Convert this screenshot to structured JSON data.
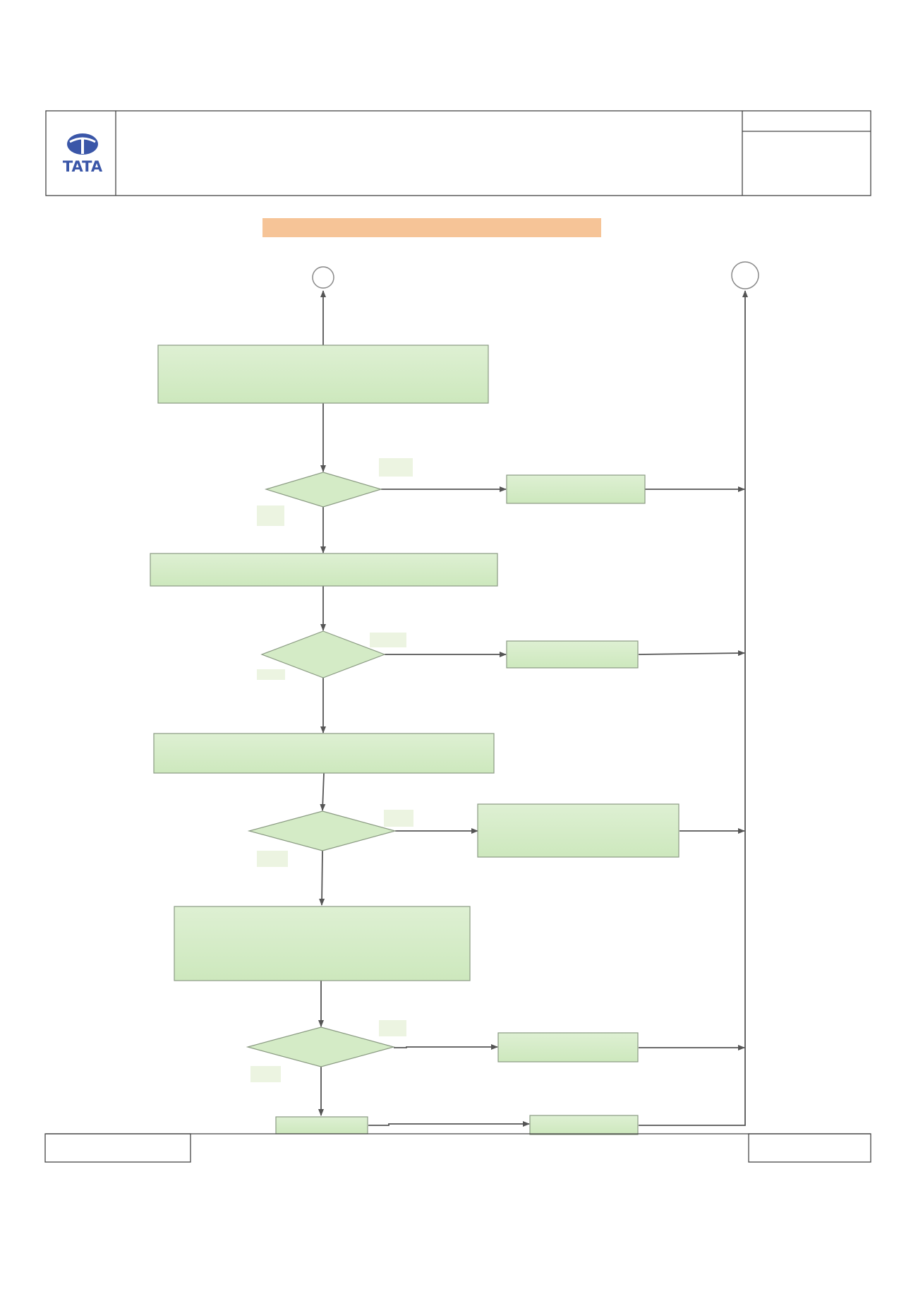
{
  "header": {
    "logo_text": "TATA"
  },
  "colors": {
    "process_fill": "#d4ebc6",
    "process_stroke": "#8a9a82",
    "decision_fill": "#d4ebc6",
    "label_fill": "#ecf4e1",
    "title_bar": "#f6c497",
    "connector": "#555555",
    "border": "#444444",
    "logo_blue": "#3a56a8"
  },
  "flowchart": {
    "title": "",
    "terminals": [
      {
        "id": "t-left",
        "label": ""
      },
      {
        "id": "t-right",
        "label": ""
      }
    ],
    "process_boxes": [
      {
        "id": "step-1",
        "label": ""
      },
      {
        "id": "step-2",
        "label": ""
      },
      {
        "id": "step-3",
        "label": ""
      },
      {
        "id": "step-4",
        "label": ""
      },
      {
        "id": "step-5",
        "label": ""
      },
      {
        "id": "out-1",
        "label": ""
      },
      {
        "id": "out-2",
        "label": ""
      },
      {
        "id": "out-3",
        "label": ""
      },
      {
        "id": "out-4",
        "label": ""
      },
      {
        "id": "out-5",
        "label": ""
      }
    ],
    "decisions": [
      {
        "id": "dec-1",
        "label": ""
      },
      {
        "id": "dec-2",
        "label": ""
      },
      {
        "id": "dec-3",
        "label": ""
      },
      {
        "id": "dec-4",
        "label": ""
      }
    ],
    "branch_labels": [
      {
        "id": "yes-1",
        "text": ""
      },
      {
        "id": "no-1",
        "text": ""
      },
      {
        "id": "yes-2",
        "text": ""
      },
      {
        "id": "no-2",
        "text": ""
      },
      {
        "id": "yes-3",
        "text": ""
      },
      {
        "id": "no-3",
        "text": ""
      },
      {
        "id": "yes-4",
        "text": ""
      },
      {
        "id": "no-4",
        "text": ""
      }
    ]
  }
}
